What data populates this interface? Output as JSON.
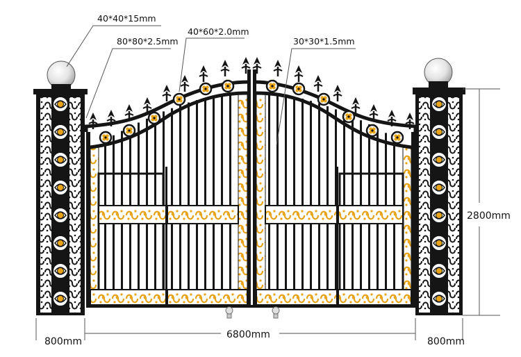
{
  "labels": {
    "pillar_section": "40*40*15mm",
    "frame_post": "80*80*2.5mm",
    "top_rail": "40*60*2.0mm",
    "bar": "30*30*1.5mm",
    "height": "2800mm",
    "gate_width": "6800mm",
    "left_pillar_width": "800mm",
    "right_pillar_width": "800mm"
  },
  "colors": {
    "iron": "#151515",
    "gold": "#e8a317",
    "lamp": "#dcdcdc"
  }
}
